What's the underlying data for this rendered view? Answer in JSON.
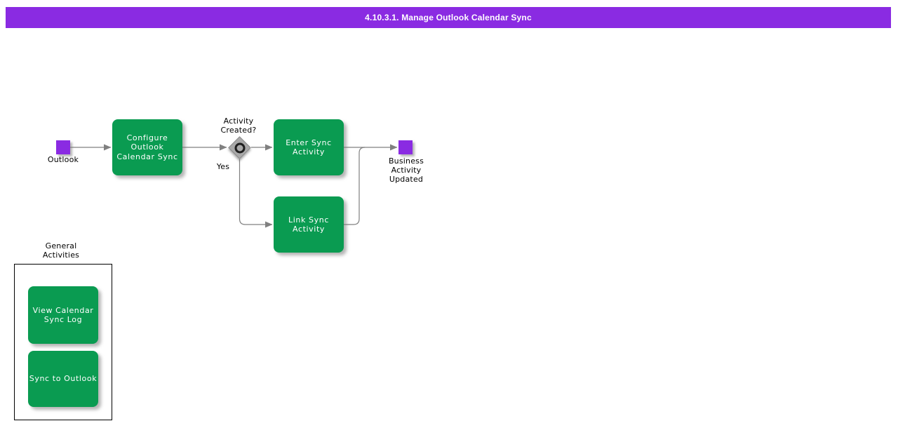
{
  "title_bar": {
    "title": "4.10.3.1. Manage Outlook Calendar Sync"
  },
  "flow": {
    "start_event": {
      "label": "Outlook"
    },
    "configure_task": {
      "label": "Configure\nOutlook\nCalendar Sync"
    },
    "decision": {
      "question": "Activity\nCreated?",
      "yes_label": "Yes"
    },
    "enter_sync_task": {
      "label": "Enter Sync\nActivity"
    },
    "link_sync_task": {
      "label": "Link Sync\nActivity"
    },
    "end_event": {
      "label": "Business\nActivity\nUpdated"
    }
  },
  "general_activities": {
    "title": "General\nActivities",
    "items": [
      {
        "label": "View Calendar\nSync Log"
      },
      {
        "label": "Sync to Outlook"
      }
    ]
  },
  "colors": {
    "title-bar-purple": "#8a2be2",
    "event-purple": "#8a2be2",
    "task-green": "#0a9b51",
    "decision-gray": "#a9a9a9",
    "connector-gray": "#808080"
  }
}
